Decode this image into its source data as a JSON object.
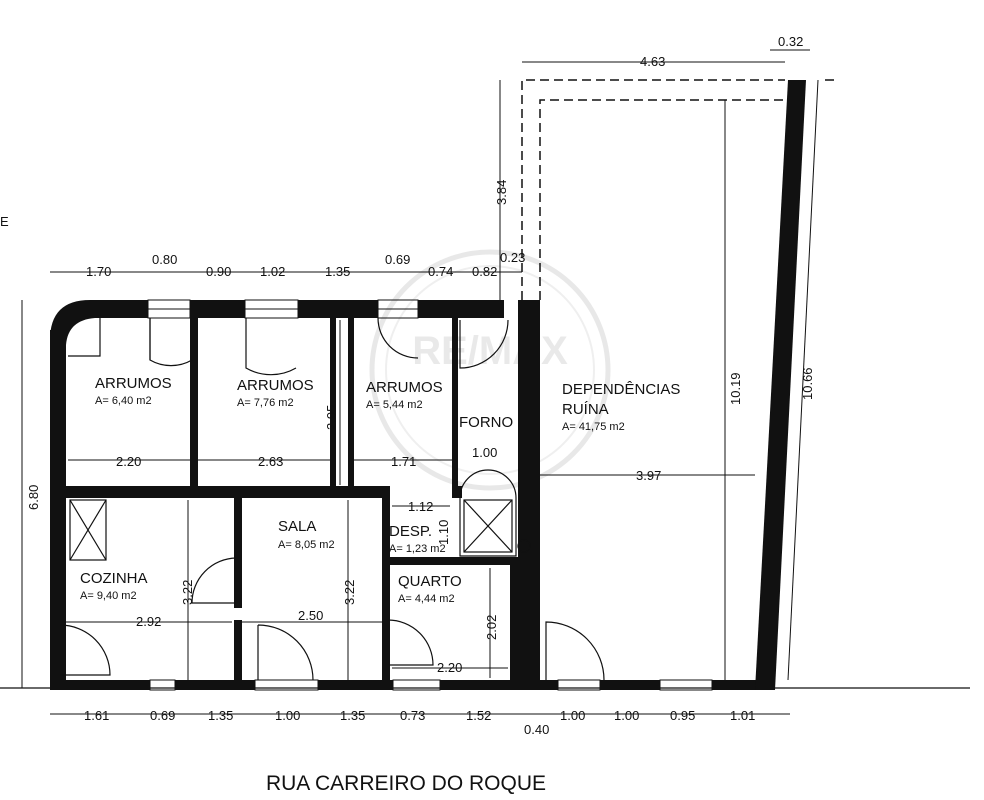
{
  "street_label": "RUA CARREIRO DO ROQUE",
  "watermark": "RE/MAX",
  "edge_glyph": "E",
  "rooms": {
    "arrumos1": {
      "name": "ARRUMOS",
      "area": "A= 6,40 m2"
    },
    "arrumos2": {
      "name": "ARRUMOS",
      "area": "A= 7,76 m2"
    },
    "arrumos3": {
      "name": "ARRUMOS",
      "area": "A= 5,44 m2"
    },
    "forno": {
      "name": "FORNO"
    },
    "dependencias": {
      "name_line1": "DEPENDÊNCIAS",
      "name_line2": "RUÍNA",
      "area": "A= 41,75 m2"
    },
    "cozinha": {
      "name": "COZINHA",
      "area": "A= 9,40 m2"
    },
    "sala": {
      "name": "SALA",
      "area": "A= 8,05 m2"
    },
    "desp": {
      "name": "DESP.",
      "area": "A= 1,23 m2"
    },
    "quarto": {
      "name": "QUARTO",
      "area": "A= 4,44 m2"
    }
  },
  "dims": {
    "top_4_63": "4.63",
    "top_0_32": "0.32",
    "v_3_84": "3.84",
    "t_1_70": "1.70",
    "t_0_80": "0.80",
    "t_0_90": "0.90",
    "t_1_02": "1.02",
    "t_1_35": "1.35",
    "t_0_69": "0.69",
    "t_0_74": "0.74",
    "t_0_82": "0.82",
    "t_0_23": "0.23",
    "v_6_80": "6.80",
    "v_2_95": "2.95",
    "v_10_19": "10.19",
    "v_10_66": "10.66",
    "i_2_20": "2.20",
    "i_2_63": "2.63",
    "i_1_71": "1.71",
    "i_1_00": "1.00",
    "i_3_97": "3.97",
    "i_1_12": "1.12",
    "i_1_10": "1.10",
    "v_3_22a": "3.22",
    "v_3_22b": "3.22",
    "v_2_02": "2.02",
    "i_2_92": "2.92",
    "i_2_50": "2.50",
    "i_2_20b": "2.20",
    "b_1_61": "1.61",
    "b_0_69": "0.69",
    "b_1_35": "1.35",
    "b_1_00": "1.00",
    "b_1_35b": "1.35",
    "b_0_73": "0.73",
    "b_1_52": "1.52",
    "b_0_40": "0.40",
    "b_1_00b": "1.00",
    "b_1_00c": "1.00",
    "b_0_95": "0.95",
    "b_1_01": "1.01"
  }
}
